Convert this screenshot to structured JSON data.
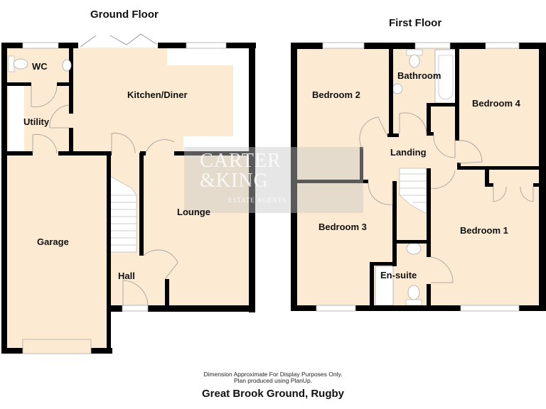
{
  "floors": {
    "ground": {
      "title": "Ground Floor",
      "rooms": [
        "WC",
        "Utility",
        "Kitchen/Diner",
        "Garage",
        "Hall",
        "Lounge"
      ]
    },
    "first": {
      "title": "First Floor",
      "rooms": [
        "Bedroom 2",
        "Bathroom",
        "Bedroom 4",
        "Landing",
        "Bedroom 3",
        "Bedroom 1",
        "En-suite"
      ]
    }
  },
  "watermark": {
    "line1": "CARTER",
    "line2": "&KING",
    "line3": "ESTATE AGENTS"
  },
  "footer": {
    "disclaimer_line1": "Dimension Approximate For Display Purposes Only.",
    "disclaimer_line2": "Plan produced using PlanUp.",
    "address": "Great Brook Ground, Rugby"
  },
  "colors": {
    "floor_fill": "#fcebd2",
    "wall": "#000000",
    "watermark": "#c8c8c8"
  }
}
